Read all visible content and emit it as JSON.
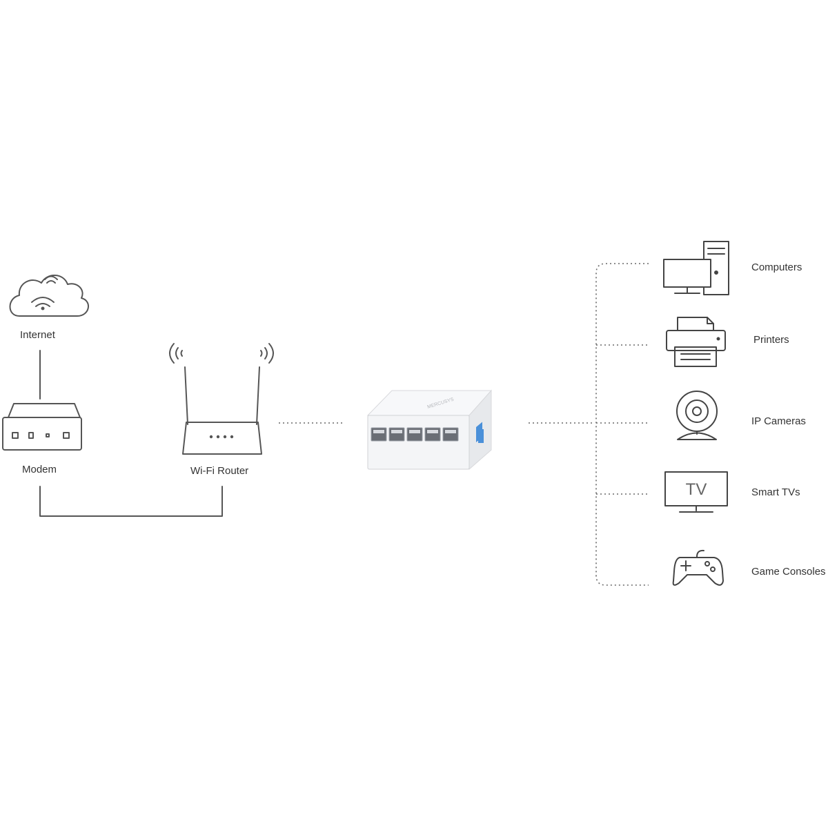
{
  "nodes": {
    "internet": "Internet",
    "modem": "Modem",
    "router": "Wi-Fi Router"
  },
  "switch_brand": "MERCUSYS",
  "tv_screen_text": "TV",
  "devices": [
    "Computers",
    "Printers",
    "IP Cameras",
    "Smart TVs",
    "Game Consoles"
  ],
  "colors": {
    "line": "#555555",
    "dots": "#666666",
    "switch_body": "#f4f5f7",
    "uplink_port": "#4a90d9"
  }
}
